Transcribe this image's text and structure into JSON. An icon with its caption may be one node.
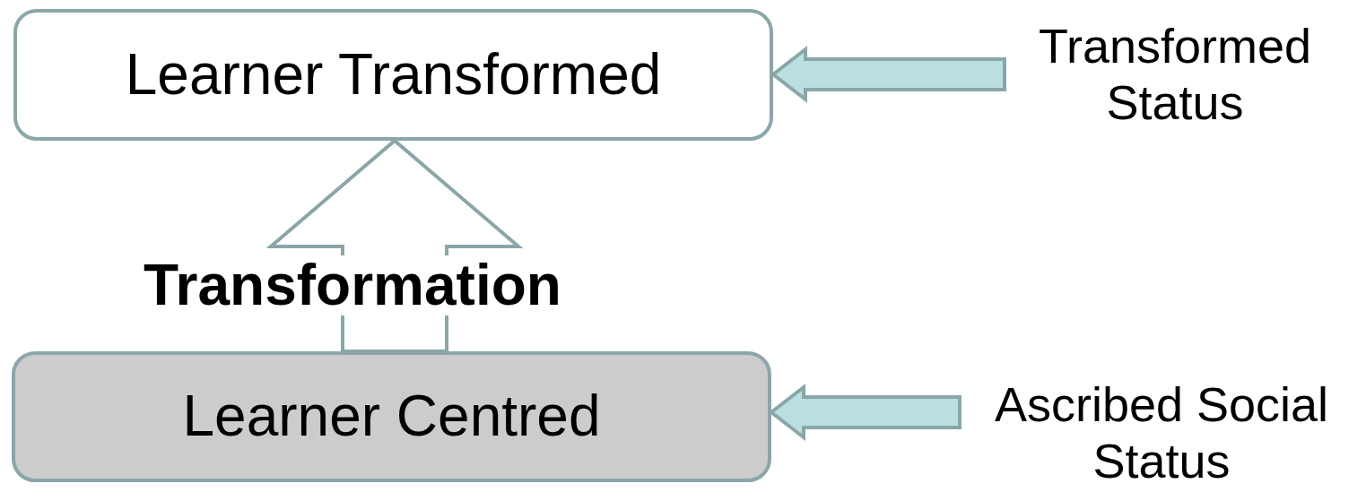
{
  "diagram": {
    "nodes": [
      {
        "text": [
          "Learner Transformed"
        ]
      },
      {
        "text": [
          "Learner Centred"
        ]
      },
      {
        "text": [
          "Transformed Status"
        ]
      },
      {
        "text": [
          "Ascribed Social Status"
        ]
      }
    ],
    "edges": [
      {
        "from": 1,
        "to": 0,
        "arrow": "to",
        "label": "Transformation"
      },
      {
        "from": 2,
        "to": 0,
        "arrow": "to"
      },
      {
        "from": 3,
        "to": 1,
        "arrow": "to"
      }
    ]
  }
}
